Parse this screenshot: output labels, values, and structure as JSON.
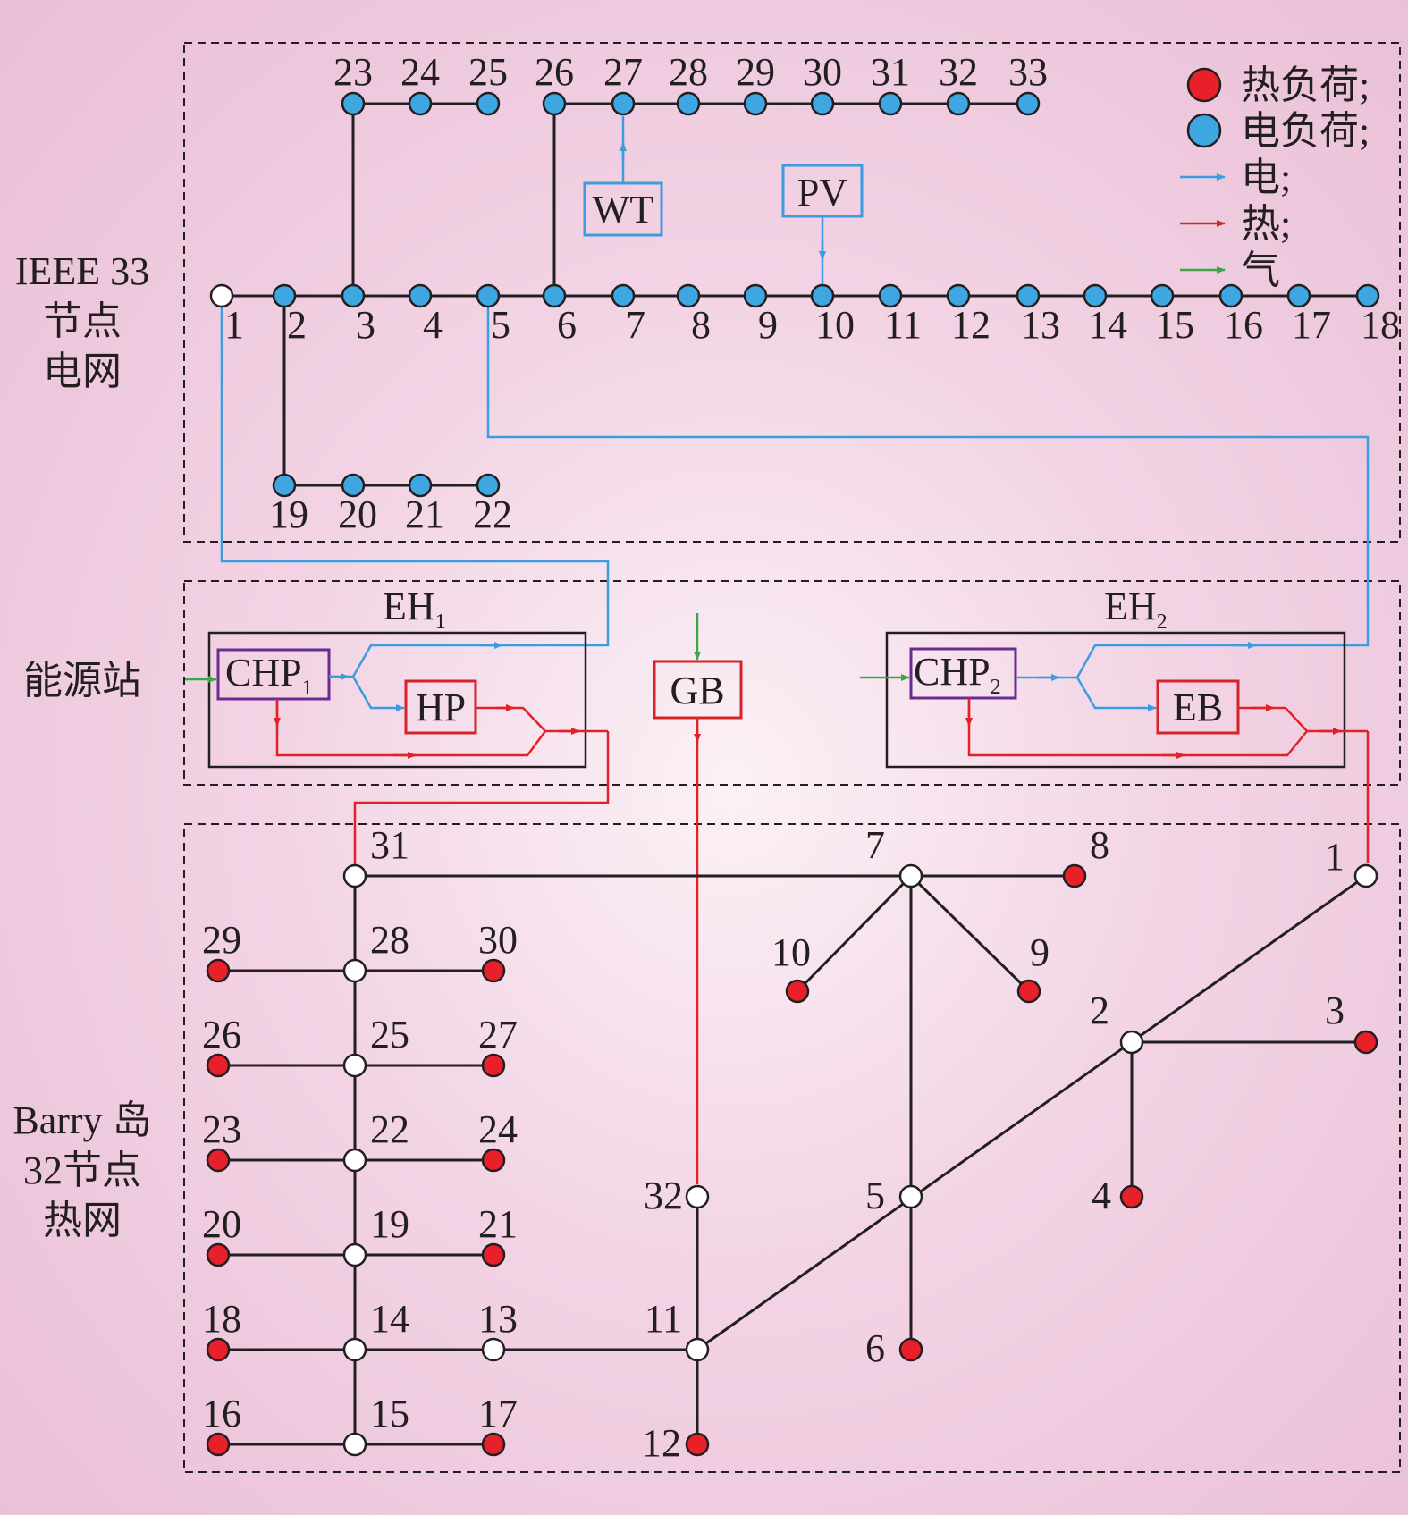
{
  "sections": {
    "power": [
      "IEEE 33",
      "节点",
      "电网"
    ],
    "station": [
      "能源站"
    ],
    "heat": [
      "Barry 岛",
      "32节点",
      "热网"
    ]
  },
  "legend": [
    {
      "kind": "marker",
      "color": "#e8202a",
      "label": "热负荷;"
    },
    {
      "kind": "marker",
      "color": "#3ea6e0",
      "label": "电负荷;"
    },
    {
      "kind": "arrow",
      "color": "#3b9de0",
      "label": "电;"
    },
    {
      "kind": "arrow",
      "color": "#e32128",
      "label": "热;"
    },
    {
      "kind": "arrow",
      "color": "#3aa84a",
      "label": "气"
    }
  ],
  "colors": {
    "electric_flow": "#3b9de0",
    "heat_flow": "#e32128",
    "gas_flow": "#3aa84a",
    "heat_load": "#e8202a",
    "electric_load": "#3ea6e0",
    "chp_border": "#6a2c91",
    "pv_wt_border": "#3b9de0",
    "hp_eb_gb_border": "#d6222a"
  },
  "power_grid": {
    "main_feeder": [
      "1",
      "2",
      "3",
      "4",
      "5",
      "6",
      "7",
      "8",
      "9",
      "10",
      "11",
      "12",
      "13",
      "14",
      "15",
      "16",
      "17",
      "18"
    ],
    "branch_19_22": [
      "19",
      "20",
      "21",
      "22"
    ],
    "branch_23_25": [
      "23",
      "24",
      "25"
    ],
    "branch_26_33": [
      "26",
      "27",
      "28",
      "29",
      "30",
      "31",
      "32",
      "33"
    ],
    "devices": {
      "wt": "WT",
      "pv": "PV"
    }
  },
  "energy_station": {
    "eh1": {
      "main": "EH",
      "sub": "1"
    },
    "eh2": {
      "main": "EH",
      "sub": "2"
    },
    "chp1": {
      "main": "CHP",
      "sub": "1"
    },
    "chp2": {
      "main": "CHP",
      "sub": "2"
    },
    "hp": "HP",
    "eb": "EB",
    "gb": "GB"
  },
  "heat_grid": {
    "nodes": [
      "1",
      "2",
      "3",
      "4",
      "5",
      "6",
      "7",
      "8",
      "9",
      "10",
      "11",
      "12",
      "13",
      "14",
      "15",
      "16",
      "17",
      "18",
      "19",
      "20",
      "21",
      "22",
      "23",
      "24",
      "25",
      "26",
      "27",
      "28",
      "29",
      "30",
      "31",
      "32"
    ]
  }
}
